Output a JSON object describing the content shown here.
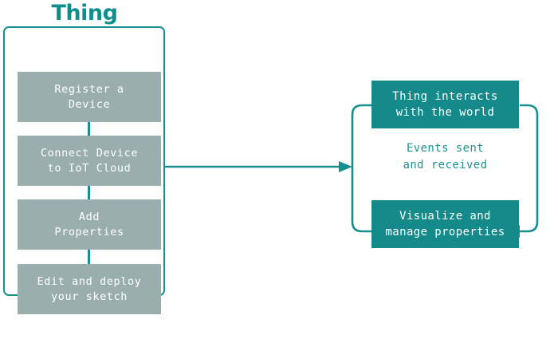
{
  "diagram": {
    "title": "Thing",
    "accent_color": "#0e8f8c",
    "step_fill_color": "#9aaeae",
    "cycle_fill_color": "#148b8a",
    "background_color": "#ffffff",
    "steps": [
      {
        "label": "Register a\nDevice"
      },
      {
        "label": "Connect Device\nto IoT Cloud"
      },
      {
        "label": "Add\nProperties"
      },
      {
        "label": "Edit and deploy\nyour sketch"
      }
    ],
    "cycle": {
      "top_box": "Thing interacts\nwith the world",
      "caption": "Events sent\nand received",
      "bottom_box": "Visualize and\nmanage properties"
    }
  }
}
